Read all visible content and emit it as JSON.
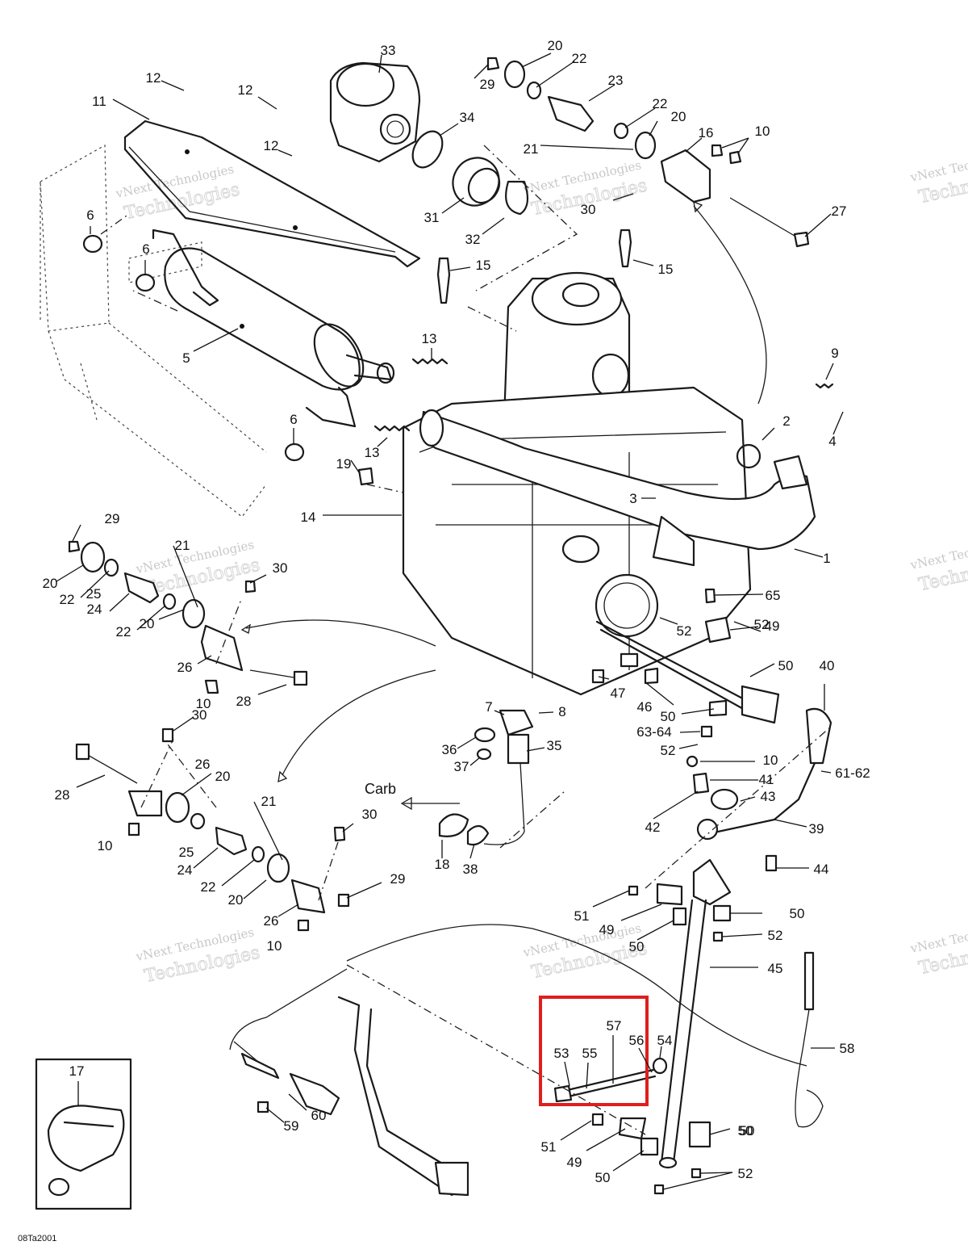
{
  "diagram": {
    "figure_code": "08Ta2001",
    "carb_label": "Carb",
    "highlight_color": "#e01e1e",
    "watermark": {
      "line1": "vNext Technologies",
      "line2": "Technologies"
    },
    "callouts": [
      "1",
      "2",
      "3",
      "4",
      "5",
      "6",
      "6",
      "6",
      "7",
      "8",
      "9",
      "10",
      "10",
      "10",
      "10",
      "10",
      "11",
      "12",
      "12",
      "12",
      "13",
      "13",
      "14",
      "15",
      "15",
      "16",
      "17",
      "18",
      "19",
      "20",
      "20",
      "20",
      "20",
      "20",
      "20",
      "21",
      "21",
      "21",
      "22",
      "22",
      "22",
      "22",
      "22",
      "23",
      "24",
      "24",
      "25",
      "25",
      "26",
      "26",
      "26",
      "27",
      "28",
      "28",
      "29",
      "29",
      "29",
      "30",
      "30",
      "30",
      "30",
      "31",
      "32",
      "33",
      "34",
      "35",
      "36",
      "37",
      "38",
      "39",
      "40",
      "41",
      "42",
      "43",
      "44",
      "45",
      "46",
      "47",
      "49",
      "49",
      "49",
      "50",
      "50",
      "50",
      "50",
      "50",
      "50",
      "50",
      "51",
      "51",
      "52",
      "52",
      "52",
      "52",
      "52",
      "53",
      "54",
      "55",
      "56",
      "57",
      "58",
      "59",
      "60",
      "61-62",
      "63-64",
      "65"
    ]
  }
}
